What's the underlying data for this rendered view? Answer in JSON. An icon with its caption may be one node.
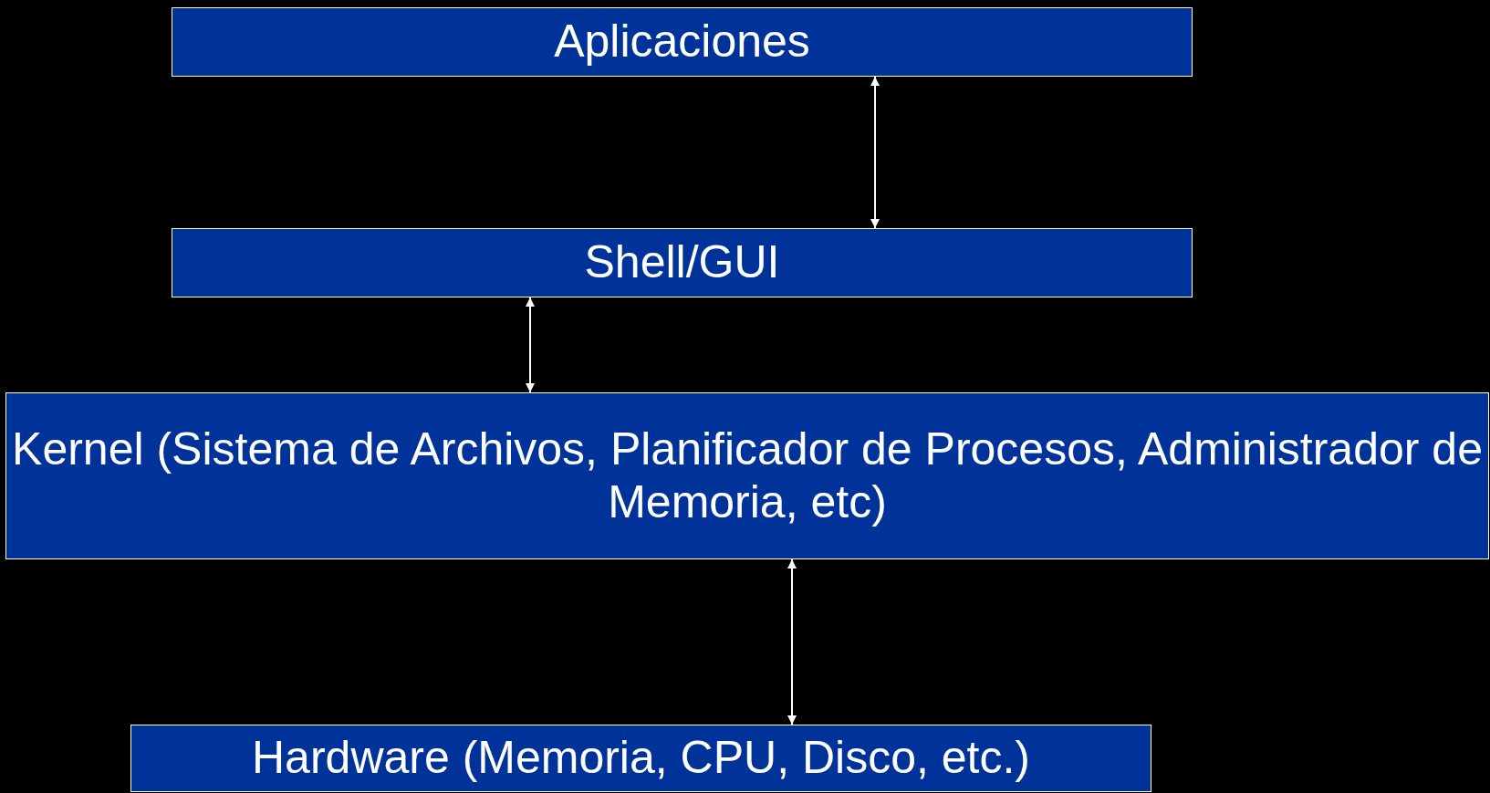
{
  "diagram": {
    "nodes": [
      {
        "text": [
          "Aplicaciones"
        ]
      },
      {
        "text": [
          "Shell/GUI"
        ]
      },
      {
        "text": [
          "Kernel (Sistema de Archivos, Planificador de Procesos, Administrador de Memoria, etc)"
        ]
      },
      {
        "text": [
          "Hardware (Memoria, CPU, Disco, etc.)"
        ]
      }
    ],
    "edges": [
      {
        "from": 0,
        "to": 1,
        "arrow": "both"
      },
      {
        "from": 1,
        "to": 2,
        "arrow": "both"
      },
      {
        "from": 2,
        "to": 3,
        "arrow": "both"
      }
    ]
  }
}
